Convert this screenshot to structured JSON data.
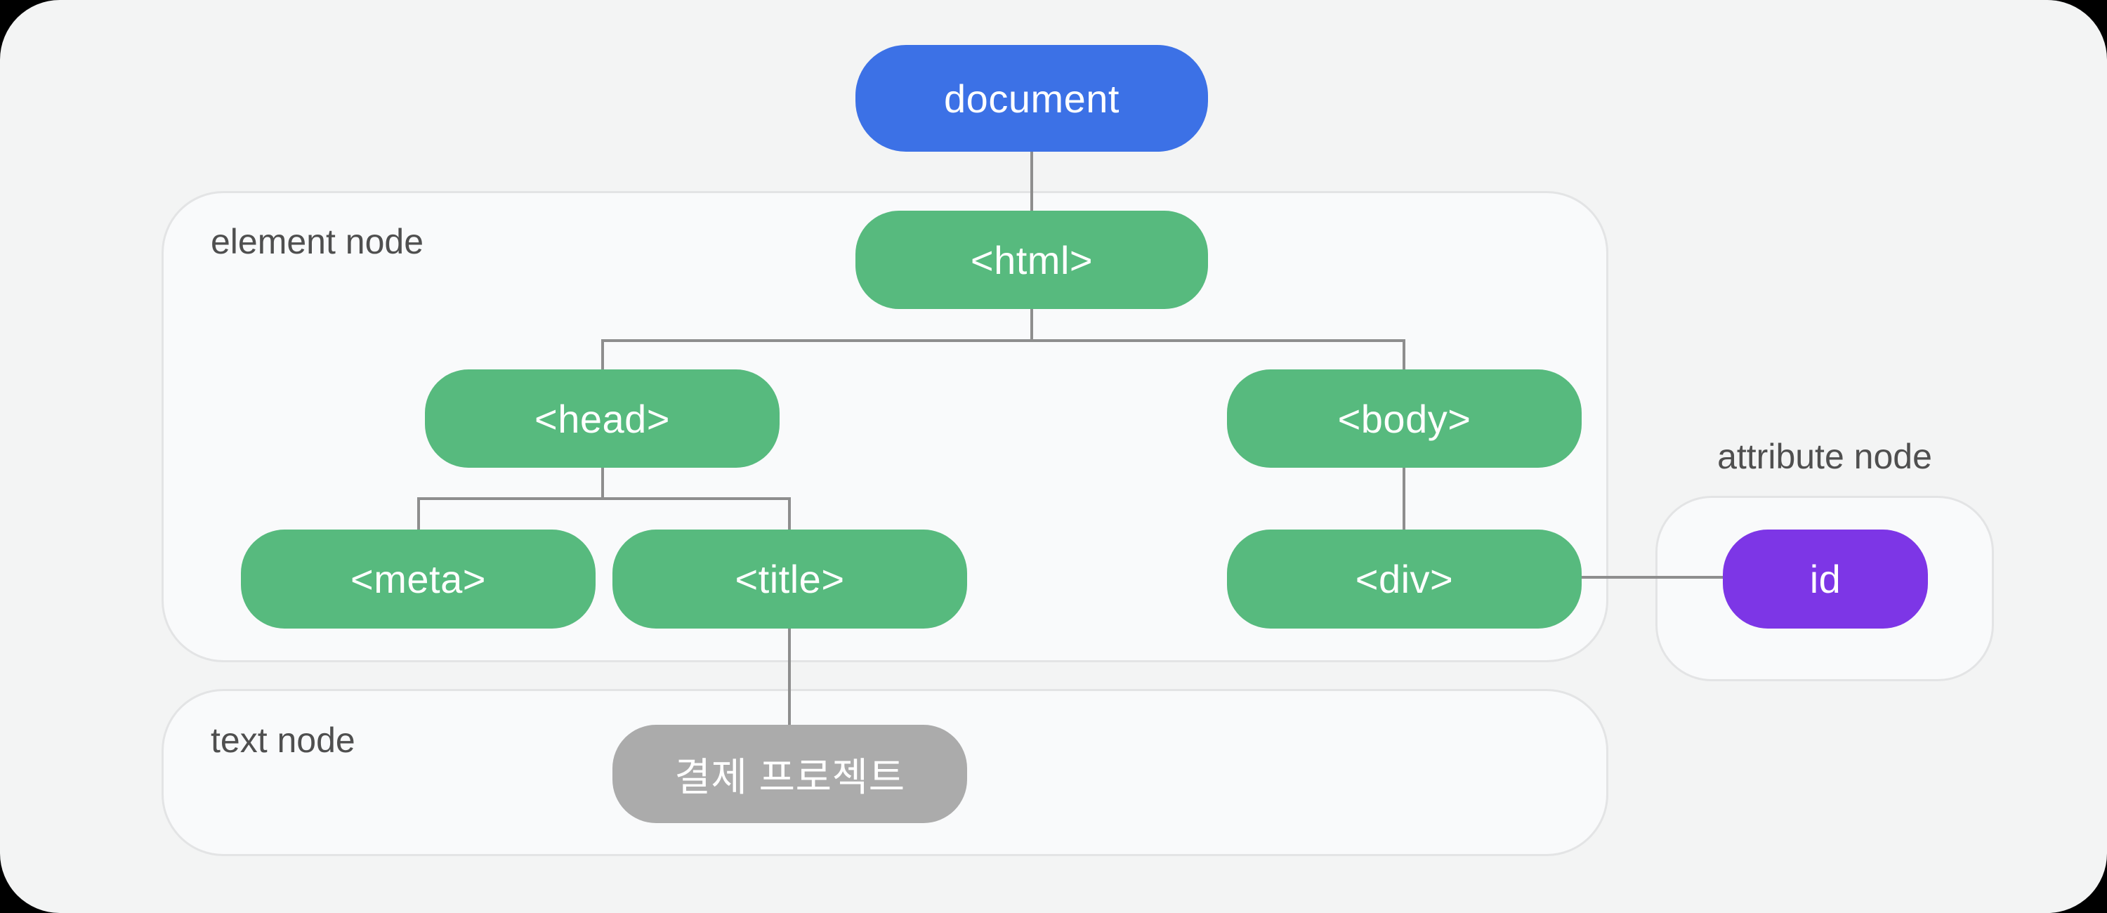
{
  "diagram_type": "dom-tree",
  "groups": {
    "element": {
      "label": "element node"
    },
    "attribute": {
      "label": "attribute node"
    },
    "text": {
      "label": "text node"
    }
  },
  "nodes": {
    "document": {
      "label": "document",
      "kind": "document"
    },
    "html": {
      "label": "<html>",
      "kind": "element"
    },
    "head": {
      "label": "<head>",
      "kind": "element"
    },
    "body": {
      "label": "<body>",
      "kind": "element"
    },
    "meta": {
      "label": "<meta>",
      "kind": "element"
    },
    "title": {
      "label": "<title>",
      "kind": "element"
    },
    "div": {
      "label": "<div>",
      "kind": "element"
    },
    "id": {
      "label": "id",
      "kind": "attribute"
    },
    "text": {
      "label": "결제 프로젝트",
      "kind": "text"
    }
  },
  "edges": [
    {
      "from": "document",
      "to": "html"
    },
    {
      "from": "html",
      "to": "head"
    },
    {
      "from": "html",
      "to": "body"
    },
    {
      "from": "head",
      "to": "meta"
    },
    {
      "from": "head",
      "to": "title"
    },
    {
      "from": "body",
      "to": "div"
    },
    {
      "from": "div",
      "to": "id"
    },
    {
      "from": "title",
      "to": "text"
    }
  ],
  "palette": {
    "document_node": "#3c71e6",
    "element_node": "#57ba7e",
    "attribute_node": "#7d36e6",
    "text_node": "#ababab",
    "connector": "#8e8e8e",
    "panel_background": "#f3f4f4",
    "group_background": "#f9fafb",
    "group_border": "#e3e4e5",
    "label_text": "#4f4f4f",
    "pill_text": "#ffffff",
    "page_corner": "#000000"
  }
}
